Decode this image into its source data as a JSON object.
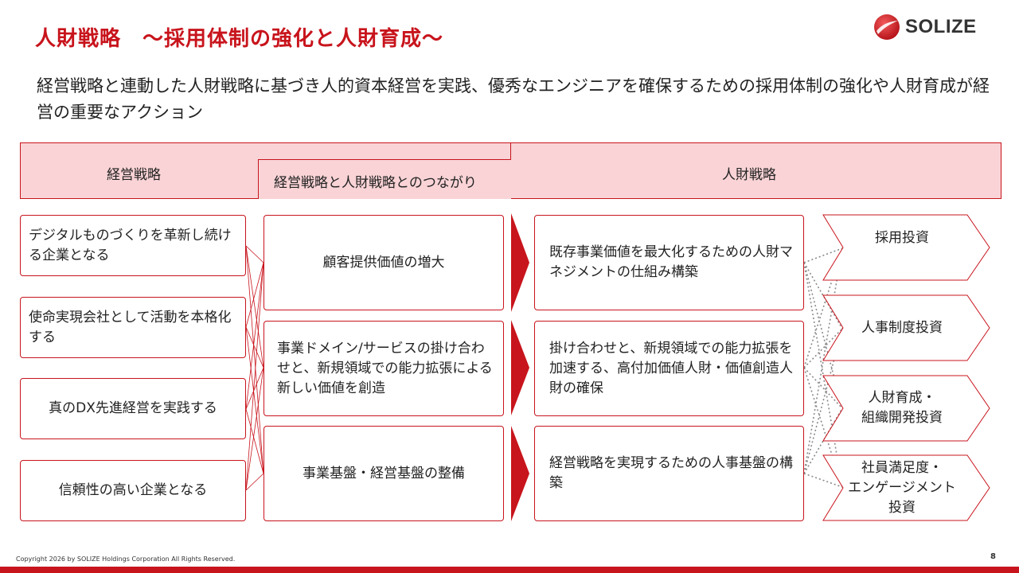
{
  "slide": {
    "title": "人財戦略　～採用体制の強化と人財育成～",
    "subtitle": "経営戦略と連動した人財戦略に基づき人的資本経営を実践、優秀なエンジニアを確保するための採用体制の強化や人財育成が経営の重要なアクション",
    "logo_text": "SOLIZE",
    "copyright": "Copyright 2026 by SOLIZE Holdings Corporation All Rights Reserved.",
    "page_number": "8"
  },
  "colors": {
    "accent": "#c8141c",
    "header_fill": "#f9d3d6"
  },
  "header": {
    "management_strategy": "経営戦略",
    "connection": "経営戦略と人財戦略とのつながり",
    "hr_strategy": "人財戦略"
  },
  "management_items": [
    "デジタルものづくりを革新し続ける企業となる",
    "使命実現会社として活動を本格化する",
    "真のDX先進経営を実践する",
    "信頼性の高い企業となる"
  ],
  "connection_items": [
    "顧客提供価値の増大",
    "事業ドメイン/サービスの掛け合わせと、新規領域での能力拡張による新しい価値を創造",
    "事業基盤・経営基盤の整備"
  ],
  "hr_items": [
    "既存事業価値を最大化するための人財マネジメントの仕組み構築",
    "掛け合わせと、新規領域での能力拡張を加速する、高付加価値人財・価値創造人財の確保",
    "経営戦略を実現するための人事基盤の構築"
  ],
  "investments": [
    "採用投資",
    "人事制度投資",
    "人財育成・\n組織開発投資",
    "社員満足度・\nエンゲージメント\n投資"
  ]
}
